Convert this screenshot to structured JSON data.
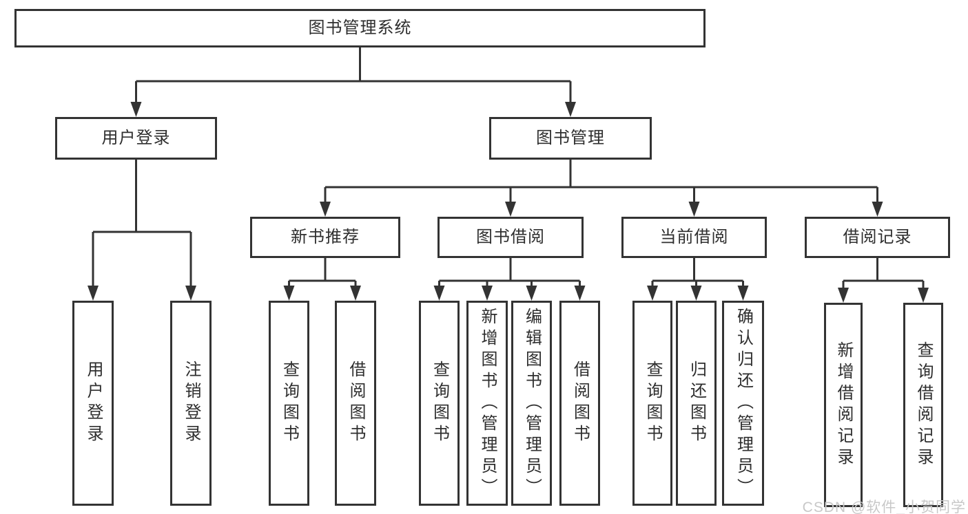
{
  "diagram": {
    "title": "图书管理系统",
    "line_color": "#333333",
    "box_background": "#ffffff",
    "watermark": "CSDN @软件_小贺同学",
    "watermark_color": "#c8c8c8",
    "nodes": {
      "root": {
        "label": "图书管理系统"
      },
      "user_login": {
        "label": "用户登录"
      },
      "book_mgmt": {
        "label": "图书管理"
      },
      "new_book_rec": {
        "label": "新书推荐"
      },
      "book_borrow": {
        "label": "图书借阅"
      },
      "current_borrow": {
        "label": "当前借阅"
      },
      "borrow_records": {
        "label": "借阅记录"
      },
      "login_action": {
        "label": "用户登录"
      },
      "logout_action": {
        "label": "注销登录"
      },
      "rec_query_books": {
        "label": "查询图书"
      },
      "rec_borrow_books": {
        "label": "借阅图书"
      },
      "bb_query_books": {
        "label": "查询图书"
      },
      "bb_add_books": {
        "label": "新增图书（管理员）"
      },
      "bb_edit_books": {
        "label": "编辑图书（管理员）"
      },
      "bb_borrow_books": {
        "label": "借阅图书"
      },
      "cb_query_books": {
        "label": "查询图书"
      },
      "cb_return_books": {
        "label": "归还图书"
      },
      "cb_confirm_return": {
        "label": "确认归还（管理员）"
      },
      "br_add_record": {
        "label": "新增借阅记录"
      },
      "br_query_record": {
        "label": "查询借阅记录"
      }
    },
    "hierarchy": {
      "图书管理系统": {
        "用户登录": [
          "用户登录",
          "注销登录"
        ],
        "图书管理": {
          "新书推荐": [
            "查询图书",
            "借阅图书"
          ],
          "图书借阅": [
            "查询图书",
            "新增图书（管理员）",
            "编辑图书（管理员）",
            "借阅图书"
          ],
          "当前借阅": [
            "查询图书",
            "归还图书",
            "确认归还（管理员）"
          ],
          "借阅记录": [
            "新增借阅记录",
            "查询借阅记录"
          ]
        }
      }
    }
  }
}
